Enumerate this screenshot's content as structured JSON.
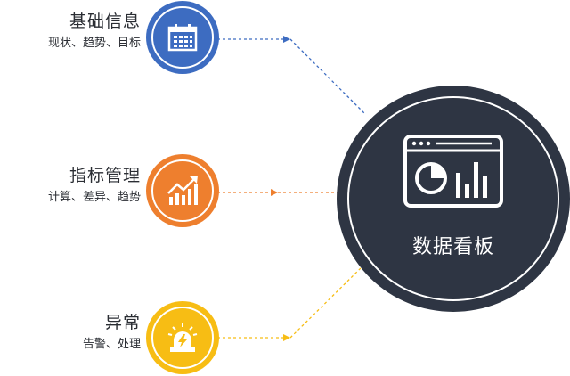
{
  "nodes": [
    {
      "title": "基础信息",
      "subtitle": "现状、趋势、目标",
      "icon": "calendar-icon",
      "color": "#3d6cc1"
    },
    {
      "title": "指标管理",
      "subtitle": "计算、差异、趋势",
      "icon": "rising-chart-icon",
      "color": "#ee7f2e"
    },
    {
      "title": "异常",
      "subtitle": "告警、处理",
      "icon": "alarm-icon",
      "color": "#f7bd14"
    }
  ],
  "hub": {
    "label": "数据看板",
    "icon": "dashboard-icon",
    "color": "#2e3543"
  }
}
